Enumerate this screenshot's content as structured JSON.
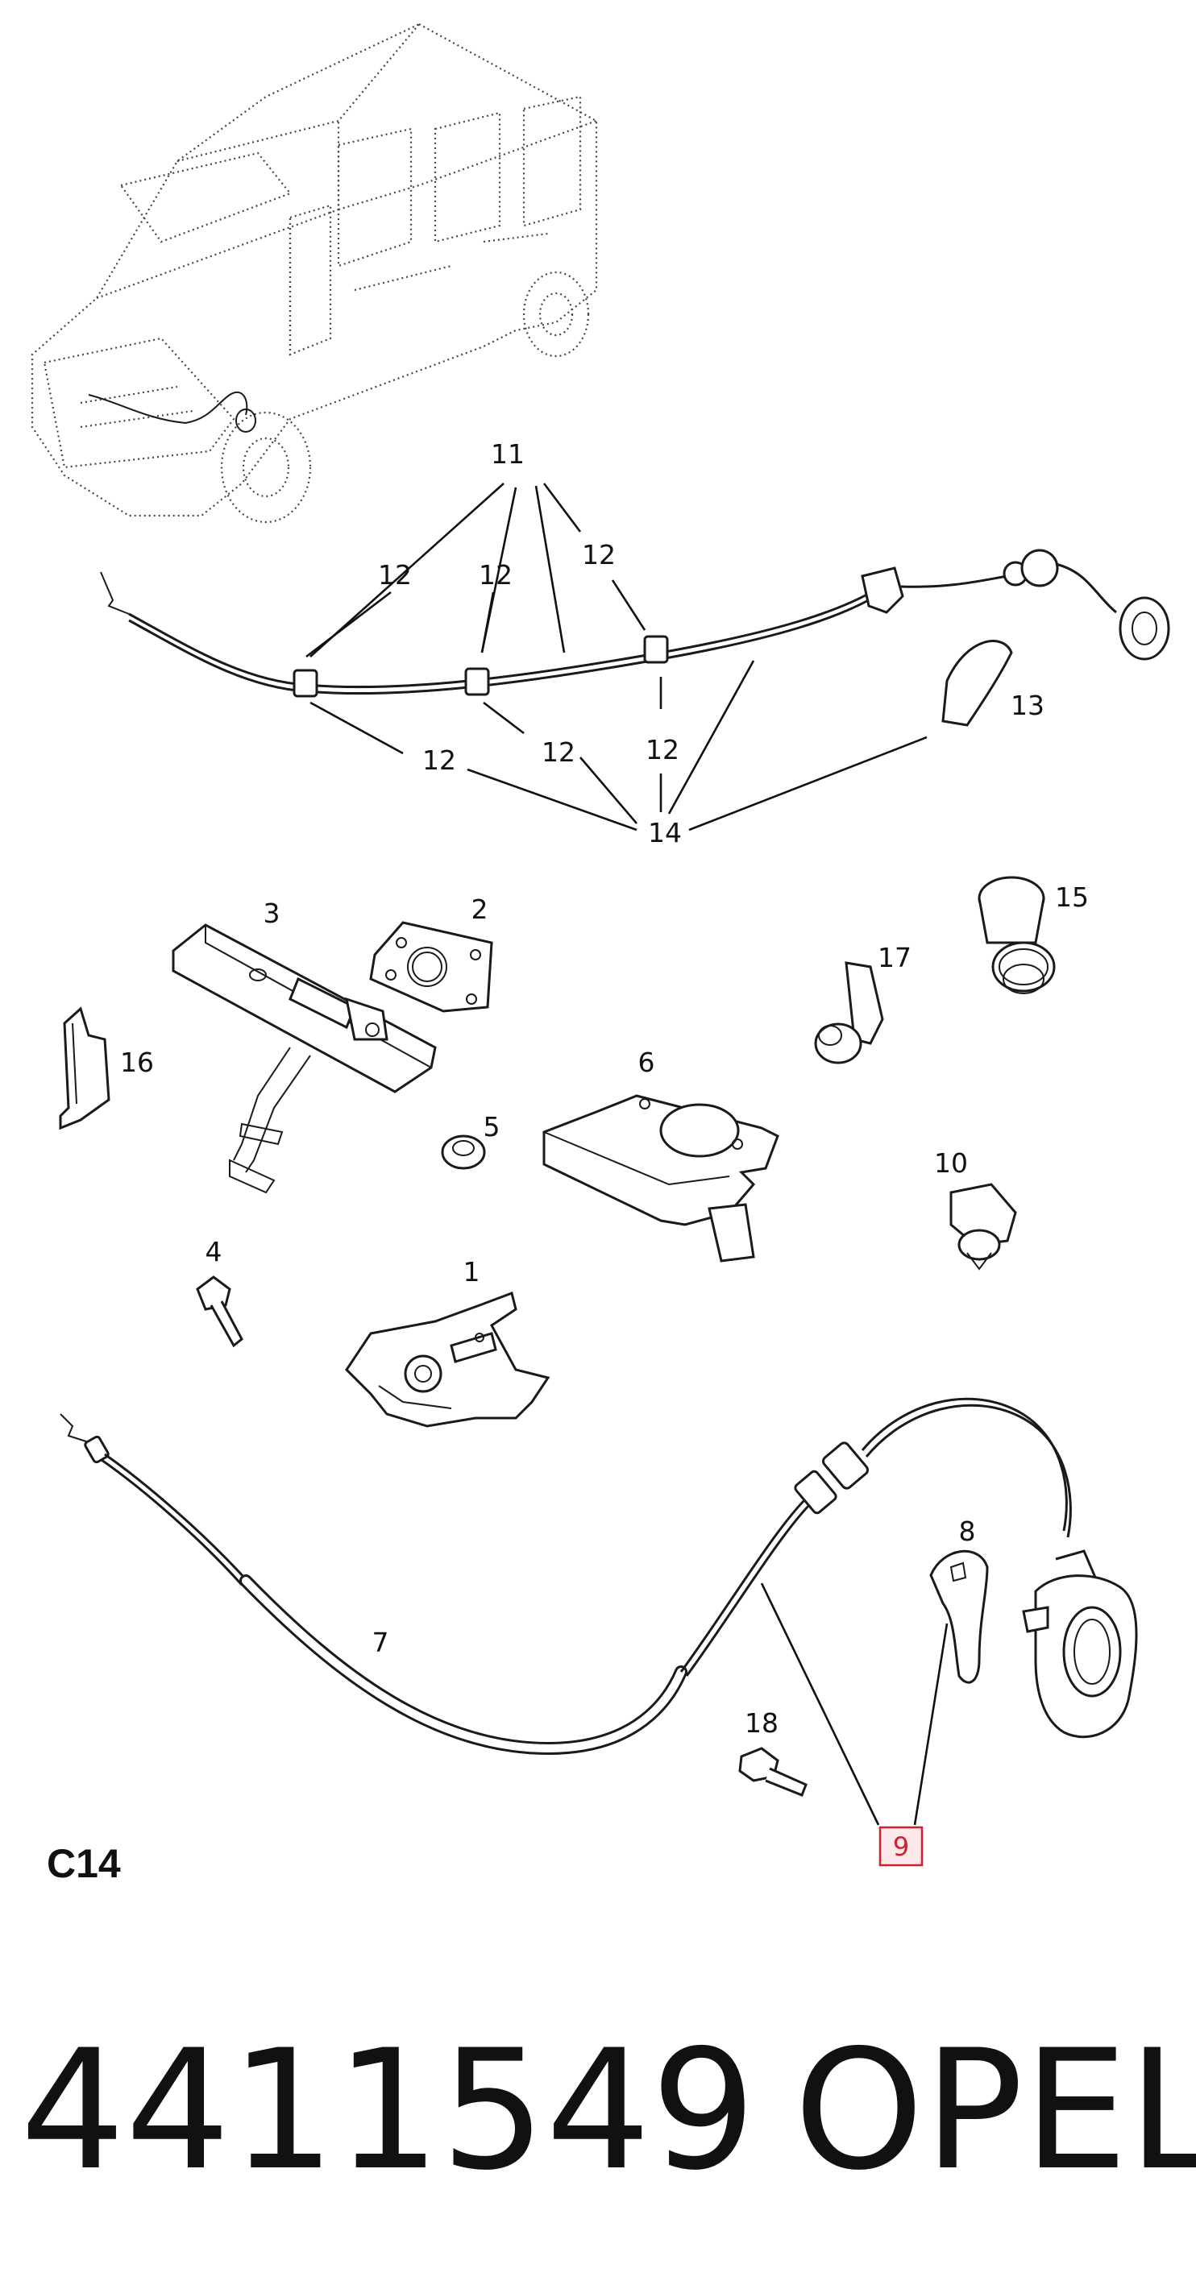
{
  "callouts": {
    "c1": "1",
    "c2": "2",
    "c3": "3",
    "c4": "4",
    "c5": "5",
    "c6": "6",
    "c7": "7",
    "c8": "8",
    "c9": "9",
    "c10": "10",
    "c11": "11",
    "c12": "12",
    "c13": "13",
    "c14": "14",
    "c15": "15",
    "c16": "16",
    "c17": "17",
    "c18": "18"
  },
  "highlighted_callout": "9",
  "colors": {
    "highlight_border": "#d32030",
    "highlight_fill": "#fde8ea",
    "ink": "#111111"
  },
  "section_code": "C14",
  "footer": {
    "part_number": "4411549",
    "brand": "OPEL"
  }
}
